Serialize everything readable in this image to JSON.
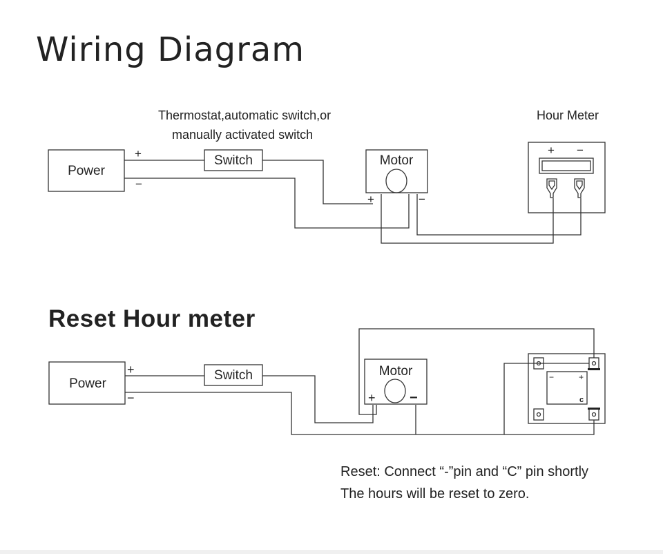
{
  "titles": {
    "wiring": "Wiring Diagram",
    "reset": "Reset Hour meter"
  },
  "top_diagram": {
    "switch_note_line1": "Thermostat,automatic switch,or",
    "switch_note_line2": "manually activated switch",
    "hour_meter_label": "Hour Meter",
    "power": "Power",
    "switch": "Switch",
    "motor": "Motor",
    "plus": "+",
    "minus": "−"
  },
  "bottom_diagram": {
    "power": "Power",
    "switch": "Switch",
    "motor": "Motor",
    "plus": "+",
    "minus": "−",
    "meter_minus": "−",
    "meter_plus": "+",
    "meter_c": "c"
  },
  "notes": {
    "line1": "Reset: Connect “-”pin and “C” pin shortly",
    "line2": "The hours will be reset to zero."
  },
  "colors": {
    "line": "#333333",
    "text": "#222222"
  }
}
